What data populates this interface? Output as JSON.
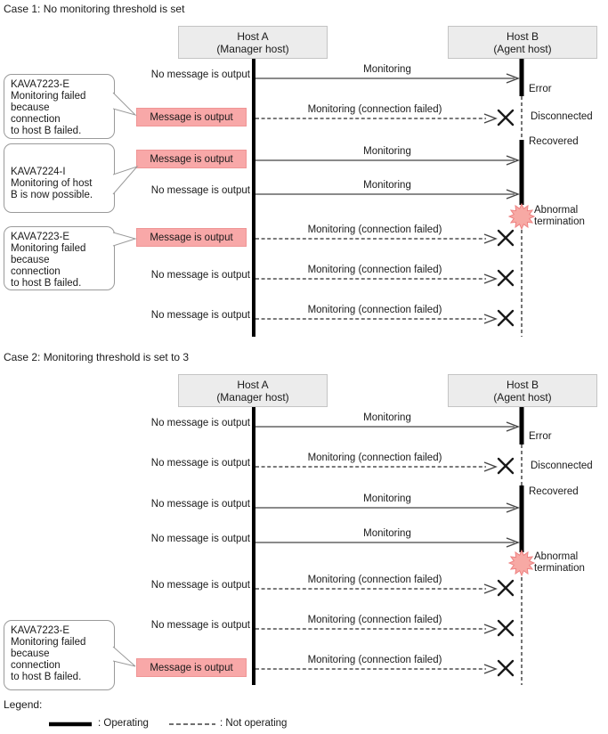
{
  "case1": {
    "title": "Case 1: No monitoring threshold is set",
    "host_a_name": "Host A",
    "host_a_role": "(Manager host)",
    "host_b_name": "Host B",
    "host_b_role": "(Agent host)",
    "rows": [
      {
        "left": "No message is output",
        "arrow": "Monitoring"
      },
      {
        "left": "Message is output",
        "arrow": "Monitoring (connection failed)"
      },
      {
        "left": "Message is output",
        "arrow": "Monitoring"
      },
      {
        "left": "No message is output",
        "arrow": "Monitoring"
      },
      {
        "left": "Message is output",
        "arrow": "Monitoring (connection failed)"
      },
      {
        "left": "No message is output",
        "arrow": "Monitoring (connection failed)"
      },
      {
        "left": "No message is output",
        "arrow": "Monitoring (connection failed)"
      }
    ],
    "markers": {
      "error": "Error",
      "disconnected": "Disconnected",
      "recovered": "Recovered",
      "abnormal": "Abnormal termination"
    },
    "callouts": [
      "KAVA7223-E\nMonitoring failed\nbecause\nconnection\nto host B failed.",
      "KAVA7224-I\nMonitoring of host\nB is now possible.",
      "KAVA7223-E\nMonitoring failed\nbecause\nconnection\nto host B failed."
    ]
  },
  "case2": {
    "title": "Case 2: Monitoring threshold is set to 3",
    "host_a_name": "Host A",
    "host_a_role": "(Manager host)",
    "host_b_name": "Host B",
    "host_b_role": "(Agent host)",
    "rows": [
      {
        "left": "No message is output",
        "arrow": "Monitoring"
      },
      {
        "left": "No message is output",
        "arrow": "Monitoring (connection failed)"
      },
      {
        "left": "No message is output",
        "arrow": "Monitoring"
      },
      {
        "left": "No message is output",
        "arrow": "Monitoring"
      },
      {
        "left": "No message is output",
        "arrow": "Monitoring (connection failed)"
      },
      {
        "left": "No message is output",
        "arrow": "Monitoring (connection failed)"
      },
      {
        "left": "Message is output",
        "arrow": "Monitoring (connection failed)"
      }
    ],
    "markers": {
      "error": "Error",
      "disconnected": "Disconnected",
      "recovered": "Recovered",
      "abnormal": "Abnormal termination"
    },
    "callouts": [
      "KAVA7223-E\nMonitoring failed\nbecause\nconnection\nto host B failed."
    ]
  },
  "legend": {
    "label": "Legend:",
    "operating": ": Operating",
    "not_operating": ": Not operating"
  },
  "colors": {
    "pink_fill": "#f8a8a8",
    "pink_border": "#ef9595",
    "burst_fill": "#f7a9a4",
    "burst_border": "#ee8282",
    "host_box_fill": "#ececec"
  }
}
